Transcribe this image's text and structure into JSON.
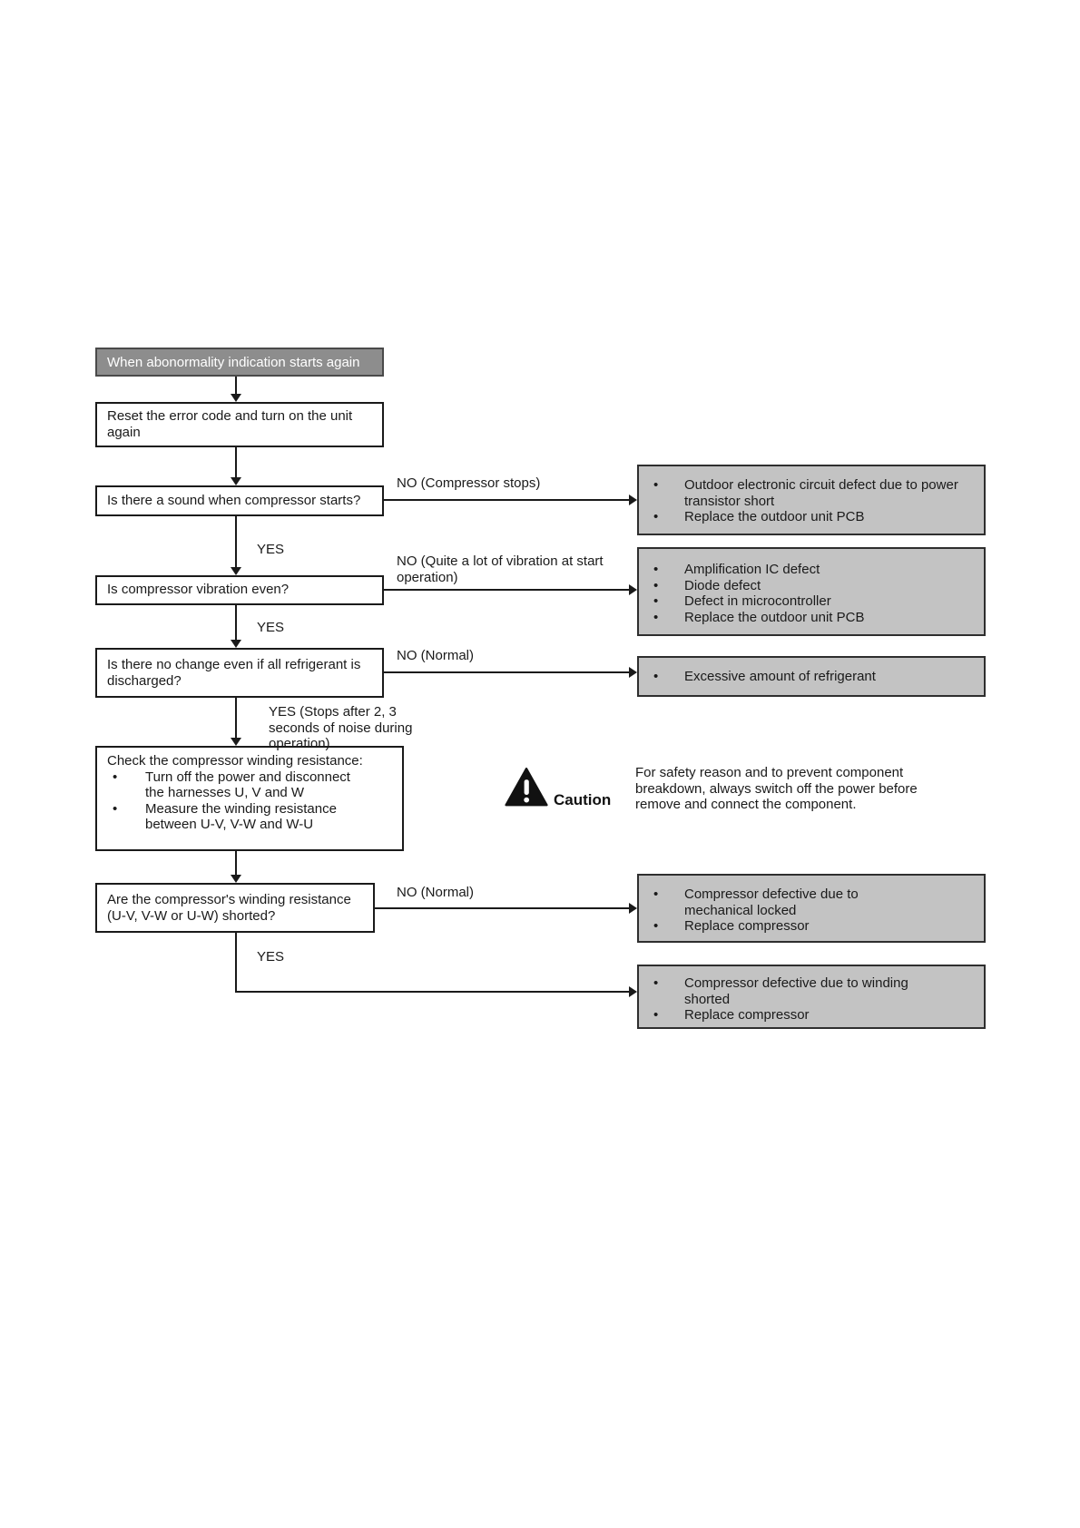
{
  "colors": {
    "page_bg": "#ffffff",
    "question_box_fill": "#ffffff",
    "result_box_fill": "#c3c3c3",
    "start_box_fill": "#8d8d8d",
    "start_box_text": "#ffffff",
    "line_color": "#1a1a1a"
  },
  "flow": {
    "start": "When abonormality indication starts again",
    "reset": "Reset the error code and turn on the unit again",
    "q_sound": "Is there a sound when compressor starts?",
    "q_vibration": "Is compressor vibration even?",
    "q_refrigerant": "Is there no change even if all refrigerant is discharged?",
    "check": {
      "title": "Check the compressor winding resistance:",
      "bullets": [
        "Turn off the power and disconnect the harnesses U, V and W",
        "Measure the winding resistance between U-V, V-W and W-U"
      ]
    },
    "q_winding": "Are the compressor's winding resistance (U-V, V-W or U-W) shorted?",
    "labels": {
      "yes_sound": "YES",
      "yes_vibration": "YES",
      "yes_refrigerant": "YES (Stops after 2, 3 seconds of noise during operation)",
      "yes_winding": "YES",
      "no_sound": "NO (Compressor stops)",
      "no_vibration": "NO (Quite a lot of vibration at start operation)",
      "no_refrigerant": "NO (Normal)",
      "no_winding": "NO (Normal)"
    },
    "results": {
      "pcb_short": [
        "Outdoor electronic circuit defect due to power transistor short",
        "Replace the outdoor unit PCB"
      ],
      "ic_defect": [
        "Amplification IC defect",
        "Diode defect",
        "Defect in microcontroller",
        "Replace the outdoor unit PCB"
      ],
      "refrigerant": [
        "Excessive amount of refrigerant"
      ],
      "mechanical": [
        "Compressor defective due to mechanical locked",
        "Replace compressor"
      ],
      "winding_shorted": [
        "Compressor defective due to winding shorted",
        "Replace compressor"
      ]
    },
    "caution": {
      "label": "Caution",
      "text": "For safety reason and to prevent component breakdown, always switch off the power before remove and connect the component."
    },
    "bullet_char": "•"
  }
}
